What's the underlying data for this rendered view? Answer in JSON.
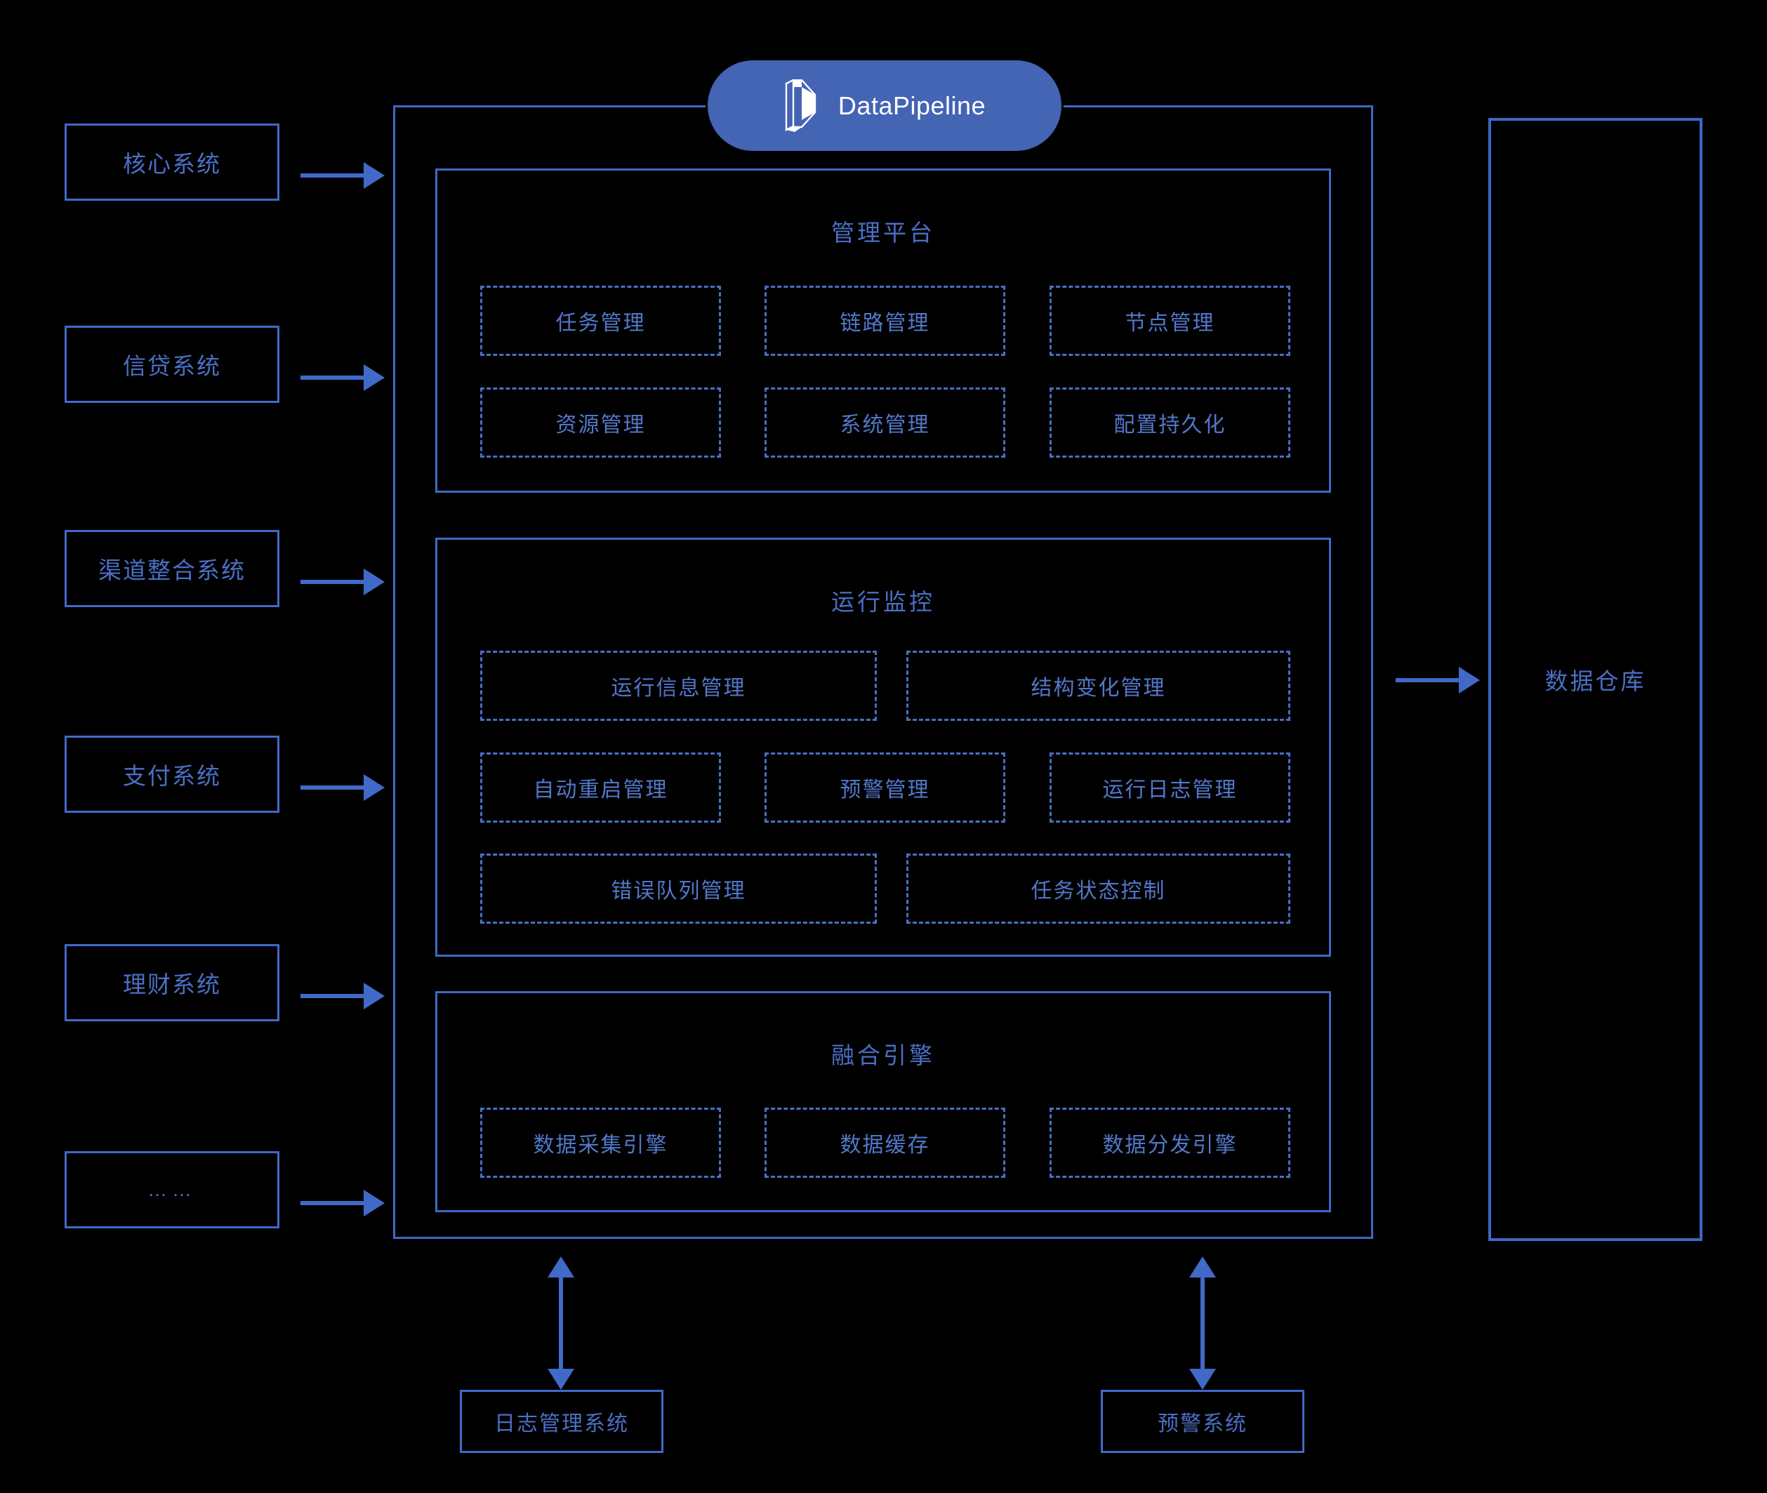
{
  "theme": {
    "background": "#000000",
    "border_blue": "#3f68c6",
    "accent_blue": "#4169c8",
    "text_blue": "#4a6fc4",
    "cell_text_blue": "#5277c9",
    "badge_blue": "#4464b4",
    "badge_text": "#ffffff"
  },
  "logo": {
    "name": "datapipeline-logo-icon",
    "text": "DataPipeline"
  },
  "source_systems": [
    {
      "label": "核心系统"
    },
    {
      "label": "信贷系统"
    },
    {
      "label": "渠道整合系统"
    },
    {
      "label": "支付系统"
    },
    {
      "label": "理财系统"
    },
    {
      "label": "……"
    }
  ],
  "sections": [
    {
      "title": "管理平台",
      "rows": [
        [
          {
            "label": "任务管理"
          },
          {
            "label": "链路管理"
          },
          {
            "label": "节点管理"
          }
        ],
        [
          {
            "label": "资源管理"
          },
          {
            "label": "系统管理"
          },
          {
            "label": "配置持久化"
          }
        ]
      ]
    },
    {
      "title": "运行监控",
      "rows": [
        [
          {
            "label": "运行信息管理"
          },
          {
            "label": "结构变化管理"
          }
        ],
        [
          {
            "label": "自动重启管理"
          },
          {
            "label": "预警管理"
          },
          {
            "label": "运行日志管理"
          }
        ],
        [
          {
            "label": "错误队列管理"
          },
          {
            "label": "任务状态控制"
          }
        ]
      ]
    },
    {
      "title": "融合引擎",
      "rows": [
        [
          {
            "label": "数据采集引擎"
          },
          {
            "label": "数据缓存"
          },
          {
            "label": "数据分发引擎"
          }
        ]
      ]
    }
  ],
  "output": {
    "label": "数据仓库"
  },
  "bottom_systems": [
    {
      "label": "日志管理系统"
    },
    {
      "label": "预警系统"
    }
  ]
}
